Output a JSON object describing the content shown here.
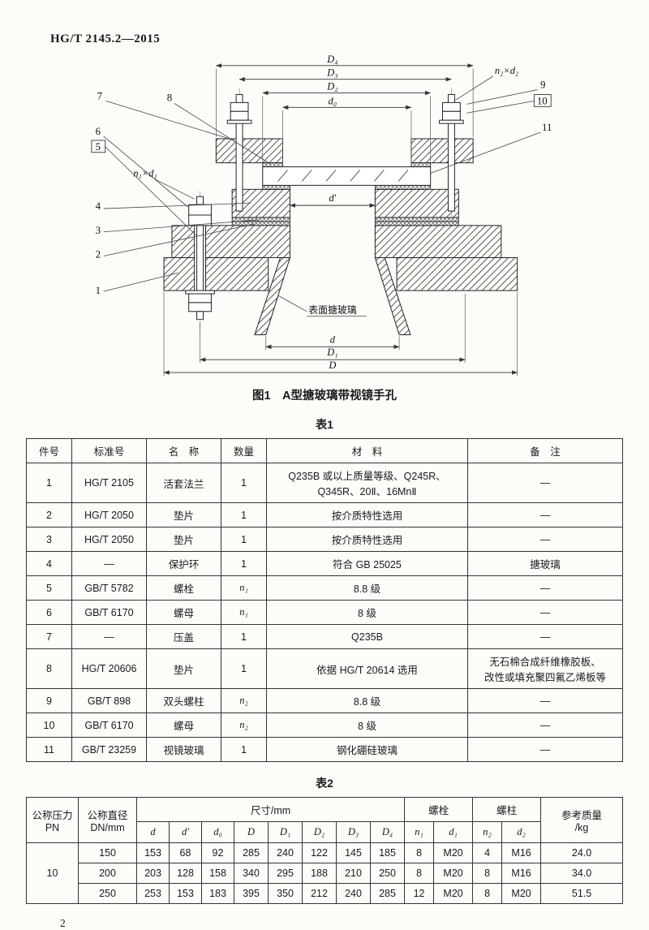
{
  "doc": {
    "standard_number": "HG/T 2145.2—2015",
    "page_number": "2"
  },
  "figure": {
    "caption": "图1　A型搪玻璃带视镜手孔",
    "surface_note": "表面搪玻璃",
    "dim_labels": {
      "D4": "D₄",
      "D3": "D₃",
      "D2": "D₂",
      "d0": "d₀",
      "dprime": "d′",
      "d": "d",
      "D1": "D₁",
      "D": "D",
      "n1d1": "n₁×d₁",
      "n2d2": "n₂×d₂"
    },
    "callouts": {
      "c1": "1",
      "c2": "2",
      "c3": "3",
      "c4": "4",
      "c5": "5",
      "c6": "6",
      "c7": "7",
      "c8": "8",
      "c9": "9",
      "c10": "10",
      "c11": "11"
    }
  },
  "table1": {
    "title": "表1",
    "headers": [
      "件号",
      "标准号",
      "名　称",
      "数量",
      "材　料",
      "备　注"
    ],
    "rows": [
      [
        "1",
        "HG/T 2105",
        "活套法兰",
        "1",
        "Q235B 或以上质量等级、Q245R、\nQ345R、20Ⅱ、16MnⅡ",
        "—"
      ],
      [
        "2",
        "HG/T 2050",
        "垫片",
        "1",
        "按介质特性选用",
        "—"
      ],
      [
        "3",
        "HG/T 2050",
        "垫片",
        "1",
        "按介质特性选用",
        "—"
      ],
      [
        "4",
        "—",
        "保护环",
        "1",
        "符合 GB 25025",
        "搪玻璃"
      ],
      [
        "5",
        "GB/T 5782",
        "螺栓",
        "n₁",
        "8.8 级",
        "—"
      ],
      [
        "6",
        "GB/T 6170",
        "螺母",
        "n₁",
        "8 级",
        "—"
      ],
      [
        "7",
        "—",
        "压盖",
        "1",
        "Q235B",
        "—"
      ],
      [
        "8",
        "HG/T 20606",
        "垫片",
        "1",
        "依据 HG/T 20614 选用",
        "无石棉合成纤维橡胶板、\n改性或填充聚四氟乙烯板等"
      ],
      [
        "9",
        "GB/T 898",
        "双头螺柱",
        "n₂",
        "8.8 级",
        "—"
      ],
      [
        "10",
        "GB/T 6170",
        "螺母",
        "n₂",
        "8 级",
        "—"
      ],
      [
        "11",
        "GB/T 23259",
        "视镜玻璃",
        "1",
        "钢化硼硅玻璃",
        "—"
      ]
    ]
  },
  "table2": {
    "title": "表2",
    "header": {
      "pn": "公称压力\nPN",
      "dn": "公称直径\nDN/mm",
      "size_group": "尺寸/mm",
      "bolt_group": "螺栓",
      "stud_group": "螺柱",
      "mass": "参考质量\n/kg",
      "size_cols": [
        "d",
        "d′",
        "d₀",
        "D",
        "D₁",
        "D₂",
        "D₃",
        "D₄"
      ],
      "bolt_cols": [
        "n₁",
        "d₁"
      ],
      "stud_cols": [
        "n₂",
        "d₂"
      ]
    },
    "rows": [
      [
        {
          "t": "10",
          "rs": 3
        },
        "150",
        "153",
        "68",
        "92",
        "285",
        "240",
        "122",
        "145",
        "185",
        "8",
        "M20",
        "4",
        "M16",
        "24.0"
      ],
      [
        "200",
        "203",
        "128",
        "158",
        "340",
        "295",
        "188",
        "210",
        "250",
        "8",
        "M20",
        "8",
        "M16",
        "34.0"
      ],
      [
        "250",
        "253",
        "153",
        "183",
        "395",
        "350",
        "212",
        "240",
        "285",
        "12",
        "M20",
        "8",
        "M20",
        "51.5"
      ]
    ]
  }
}
